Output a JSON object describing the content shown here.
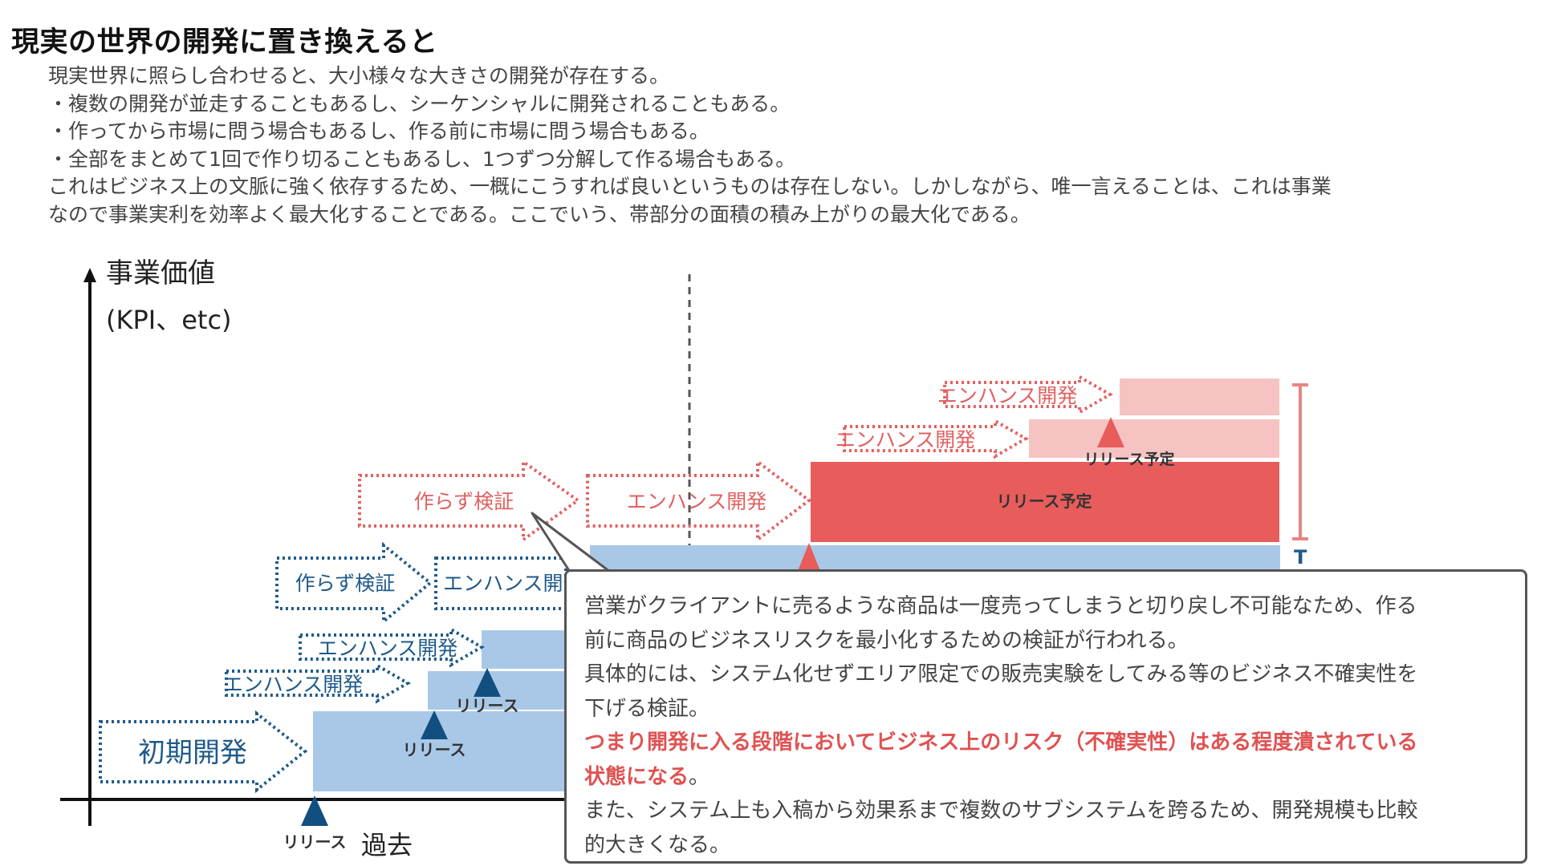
{
  "slide": {
    "title": "現実の世界の開発に置き換えると",
    "intro_lines": [
      "現実世界に照らし合わせると、大小様々な大きさの開発が存在する。",
      "・複数の開発が並走することもあるし、シーケンシャルに開発されることもある。",
      "・作ってから市場に問う場合もあるし、作る前に市場に問う場合もある。",
      "・全部をまとめて1回で作り切ることもあるし、1つずつ分解して作る場合もある。",
      "これはビジネス上の文脈に強く依存するため、一概にこうすれば良いというものは存在しない。しかしながら、唯一言えることは、これは事業",
      "なので事業実利を効率よく最大化することである。ここでいう、帯部分の面積の積み上がりの最大化である。"
    ]
  },
  "diagram": {
    "y_axis_label_1": "事業価値",
    "y_axis_label_2": "(KPI、etc)",
    "x_axis_label": "過去",
    "colors": {
      "blue_dark": "#1f5a8a",
      "blue_light": "#a9c8e8",
      "red": "#e85c5c",
      "red_light": "#f6c3c3",
      "marker_blue": "#114f80",
      "axis": "#111111"
    },
    "arrows": {
      "initial": "初期開発",
      "enhance_1": "エンハンス開発",
      "enhance_2": "エンハンス開発",
      "verify_blue": "作らず検証",
      "enhance_3": "エンハンス開発",
      "verify_red": "作らず検証",
      "enhance_red_1": "エンハンス開発",
      "enhance_red_2": "エンハンス開発",
      "enhance_red_3": "エンハンス開発"
    },
    "release_labels": {
      "r1": "リリース",
      "r2": "リリース",
      "r3": "リリース",
      "planned_main": "リリース予定",
      "planned_small": "リリース予定"
    }
  },
  "callout": {
    "line1": "営業がクライアントに売るような商品は一度売ってしまうと切り戻し不可能なため、作る",
    "line2": "前に商品のビジネスリスクを最小化するための検証が行われる。",
    "line3": "具体的には、システム化せずエリア限定での販売実験をしてみる等のビジネス不確実性を",
    "line4": "下げる検証。",
    "highlight1": "つまり開発に入る段階においてビジネス上のリスク（不確実性）はある程度潰されている",
    "highlight2": "状態になる",
    "highlight_tail": "。",
    "line5": "また、システム上も入稿から効果系まで複数のサブシステムを跨るため、開発規模も比較",
    "line6": "的大きくなる。"
  }
}
